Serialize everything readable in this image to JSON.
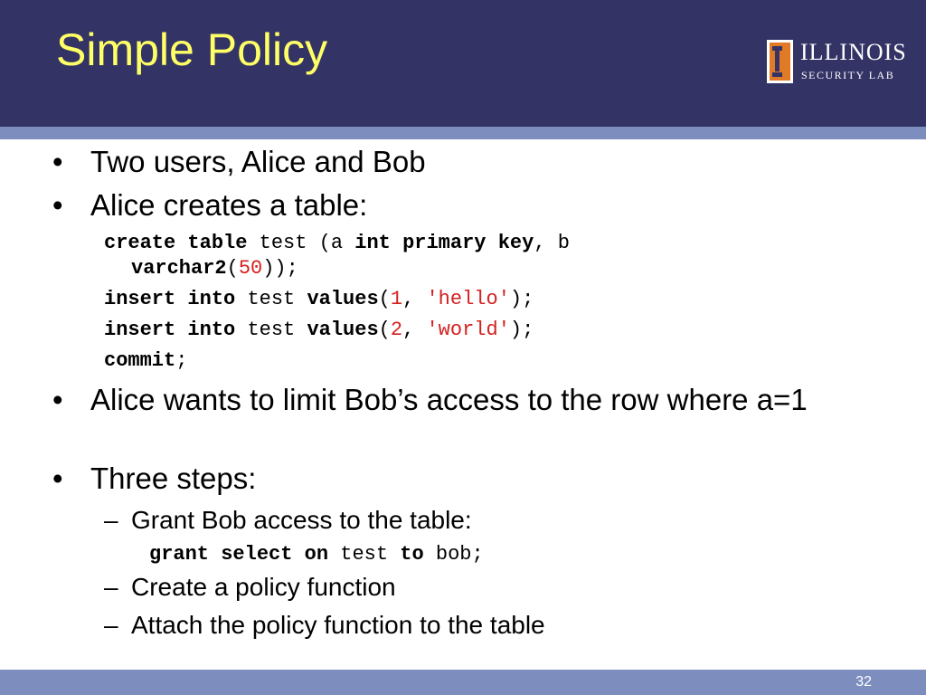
{
  "slide": {
    "title": "Simple Policy",
    "page_number": "32"
  },
  "logo": {
    "name": "ILLINOIS",
    "subtitle": "SECURITY LAB"
  },
  "bullets": [
    "Two users, Alice and Bob",
    "Alice creates a table:",
    "Alice wants to limit Bob’s access to the row where a=1",
    "Three steps:"
  ],
  "code_tokens": {
    "create_table": "create table",
    "test": "test",
    "open_a": "(a",
    "int_primary_key": "int primary key",
    "comma_b": ", b",
    "varchar2": "varchar2",
    "paren_open": "(",
    "fifty": "50",
    "close_semi": "));",
    "insert_into": "insert into",
    "values": "values",
    "one": "1",
    "comma_space": ", ",
    "hello": "'hello'",
    "end_semi": ");",
    "two": "2",
    "world": "'world'",
    "commit": "commit",
    "semicolon": ";",
    "grant_select_on": "grant select on",
    "to": "to",
    "bob": "bob"
  },
  "steps": [
    "Grant Bob access to the table:",
    "Create a policy function",
    "Attach the policy function to the table"
  ]
}
